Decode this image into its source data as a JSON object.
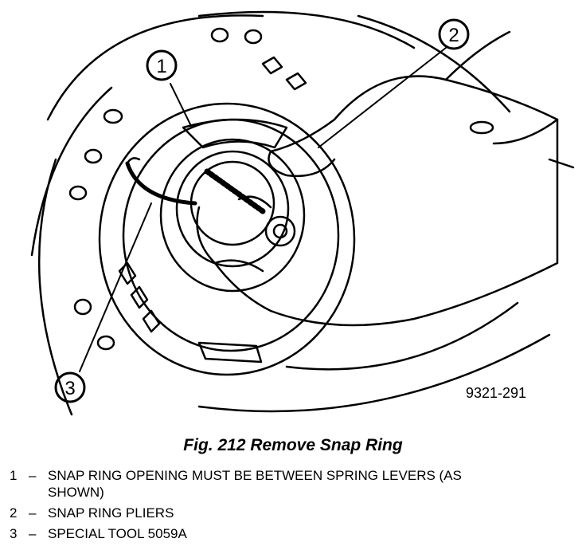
{
  "figure": {
    "id": "9321-291",
    "caption": "Fig. 212 Remove Snap Ring",
    "callouts": [
      "1",
      "2",
      "3"
    ]
  },
  "legend": [
    {
      "num": "1",
      "dash": "–",
      "text": "SNAP RING OPENING MUST BE BETWEEN SPRING LEVERS (AS SHOWN)"
    },
    {
      "num": "2",
      "dash": "–",
      "text": "SNAP RING PLIERS"
    },
    {
      "num": "3",
      "dash": "–",
      "text": "SPECIAL TOOL 5059A"
    }
  ]
}
